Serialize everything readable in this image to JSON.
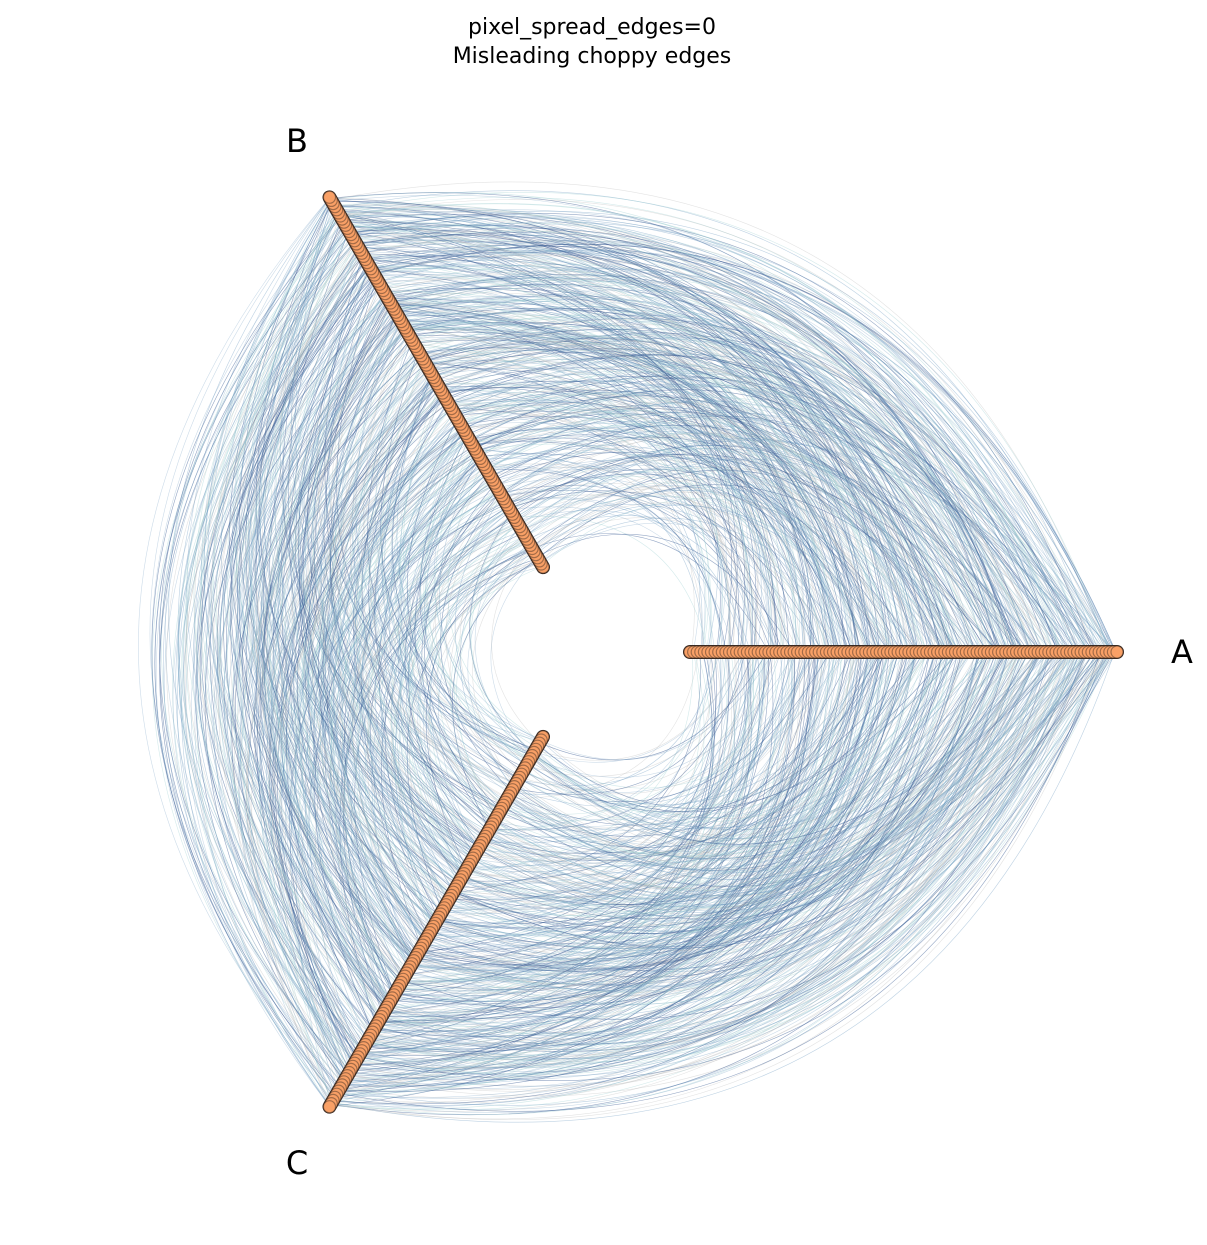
{
  "chart_data": {
    "type": "hive_plot",
    "title": "pixel_spread_edges=0",
    "subtitle": "Misleading choppy edges",
    "axes": [
      {
        "name": "A",
        "angle_deg": 0
      },
      {
        "name": "B",
        "angle_deg": 120
      },
      {
        "name": "C",
        "angle_deg": 240
      }
    ],
    "axis_range": [
      0,
      1
    ],
    "grid": false,
    "colors": {
      "node_fill": "#f9a066",
      "node_edge": "#3a2a22",
      "edge_dark": "#3e5f96",
      "edge_mid": "#6f9cc0",
      "edge_light": "#9fd0d2",
      "edge_gray": "#b0b0b0"
    }
  }
}
